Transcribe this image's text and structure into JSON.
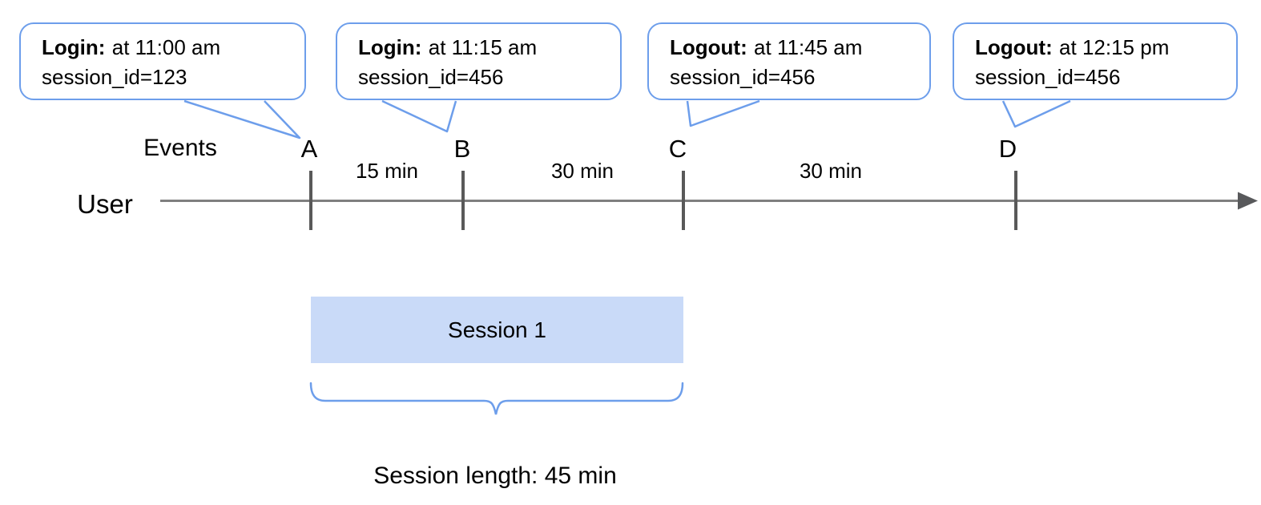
{
  "callouts": [
    {
      "label": "Login:",
      "time": "at 11:00 am",
      "session": "session_id=123",
      "marker": "A"
    },
    {
      "label": "Login:",
      "time": "at 11:15 am",
      "session": "session_id=456",
      "marker": "B"
    },
    {
      "label": "Logout:",
      "time": "at 11:45 am",
      "session": "session_id=456",
      "marker": "C"
    },
    {
      "label": "Logout:",
      "time": "at 12:15 pm",
      "session": "session_id=456",
      "marker": "D"
    }
  ],
  "timeline": {
    "events_label": "Events",
    "axis_label": "User",
    "markers": [
      "A",
      "B",
      "C",
      "D"
    ],
    "intervals": [
      "15 min",
      "30 min",
      "30 min"
    ]
  },
  "session": {
    "box_label": "Session 1",
    "length_label": "Session length: 45 min"
  },
  "colors": {
    "callout_border": "#6d9eeb",
    "session_fill": "#c9daf8",
    "axis_gray": "#7f7f7f",
    "tick_gray": "#595959"
  }
}
